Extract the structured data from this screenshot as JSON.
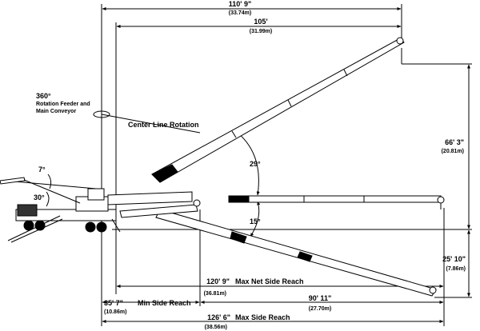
{
  "dimensions": {
    "top_reach": {
      "imperial": "110' 9\"",
      "metric": "(33.74m)"
    },
    "second_reach": {
      "imperial": "105'",
      "metric": "(31.99m)"
    },
    "height_above": {
      "imperial": "66' 3\"",
      "metric": "(20.81m)"
    },
    "depth_below": {
      "imperial": "25' 10\"",
      "metric": "(7.86m)"
    },
    "max_net_side_reach": {
      "imperial": "120' 9\"",
      "metric": "(36.81m)",
      "label": "Max Net Side Reach"
    },
    "min_side_reach": {
      "imperial": "35' 7\"",
      "metric": "(10.86m)",
      "label": "Min Side Reach"
    },
    "partial_reach": {
      "imperial": "90' 11\"",
      "metric": "(27.70m)"
    },
    "max_side_reach": {
      "imperial": "126' 6\"",
      "metric": "(38.56m)",
      "label": "Max Side Reach"
    }
  },
  "rotation": {
    "degrees": "360°",
    "line1": "Rotation Feeder and",
    "line2": "Main Conveyor"
  },
  "center_line_label": "Center Line Rotation",
  "angles": {
    "top": "29°",
    "bottom": "15°",
    "feeder_up": "7°",
    "feeder_down": "30°"
  }
}
